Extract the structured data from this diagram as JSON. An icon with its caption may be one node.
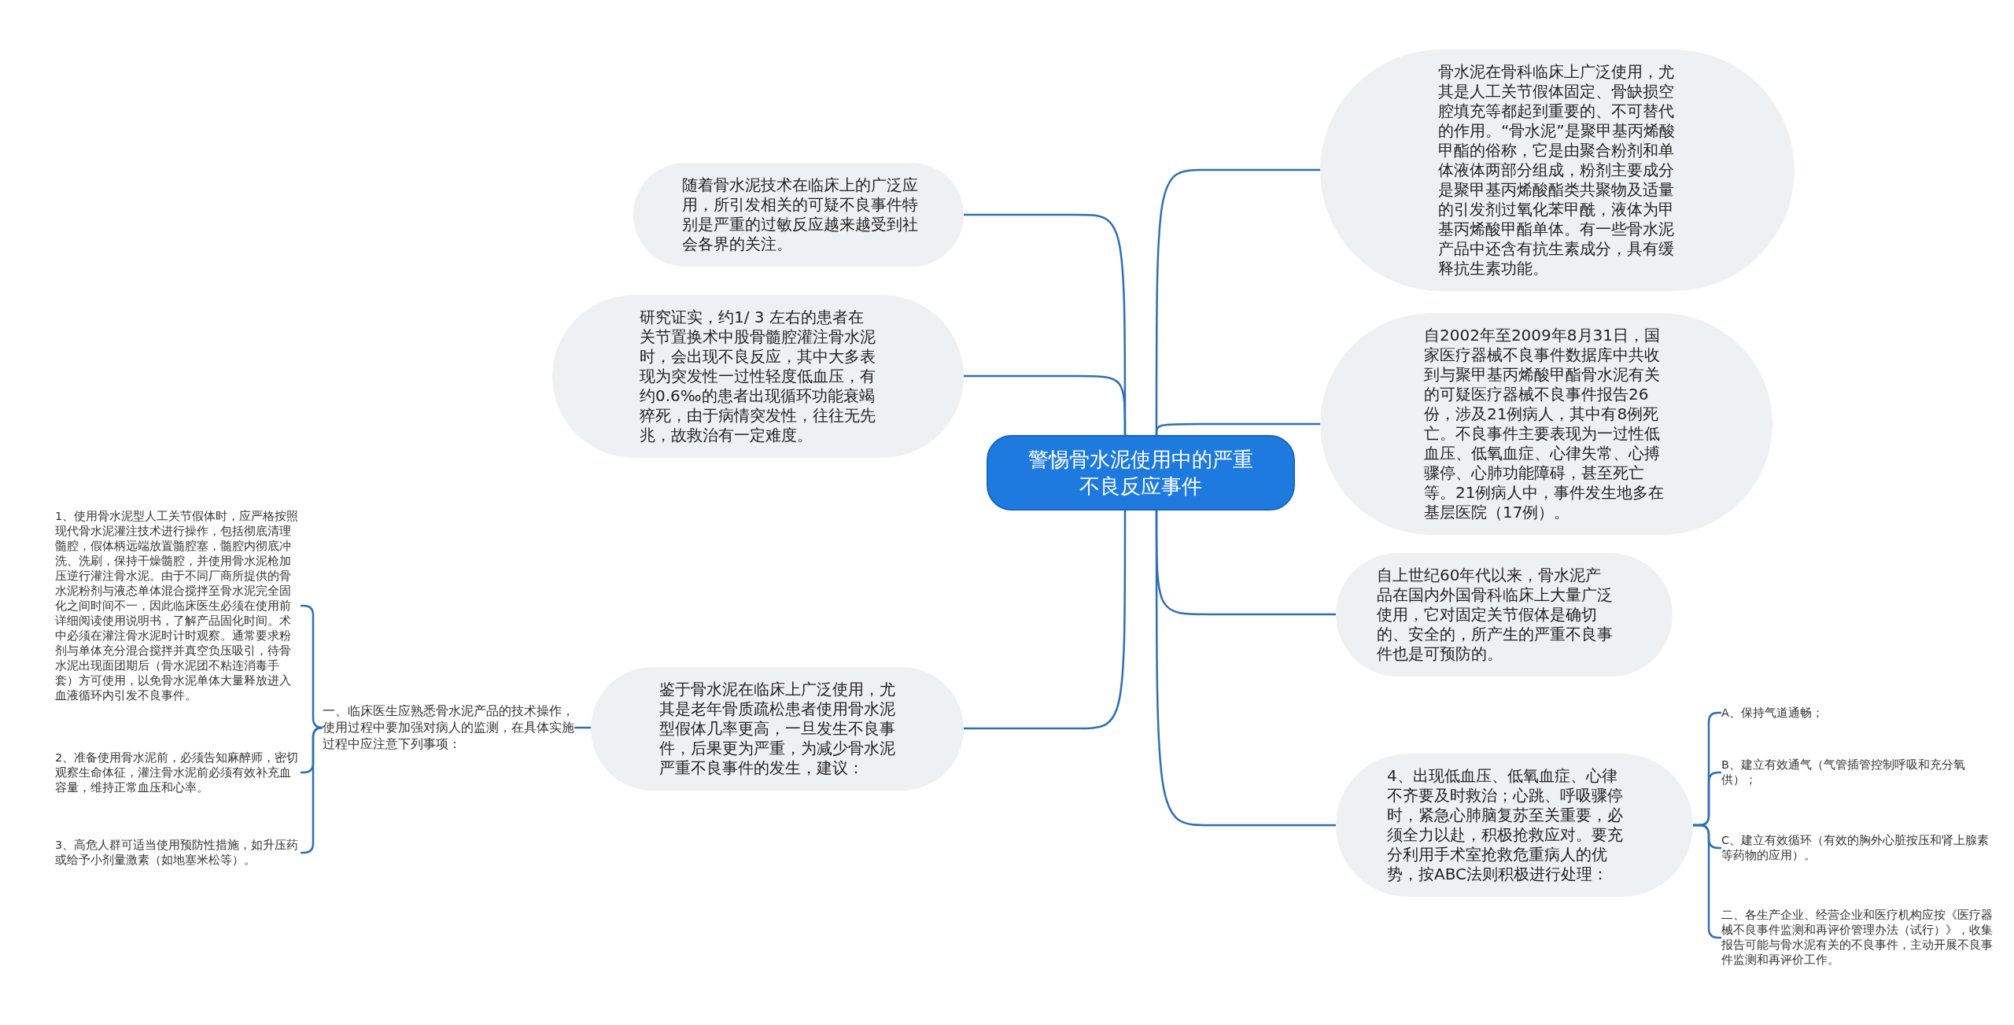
{
  "diagram": {
    "nodes": [
      {
        "text": [
          "警惕骨水泥使用中的严重不良反应事件"
        ]
      },
      {
        "text": [
          "随着骨水泥技术在临床上的广泛应用，所引发相关的可疑不良事件特别是严重的过敏反应越来越受到社会各界的关注。"
        ]
      },
      {
        "text": [
          "研究证实，约1/ 3 左右的患者在关节置换术中股骨髓腔灌注骨水泥时，会出现不良反应，其中大多表现为突发性一过性轻度低血压，有约0.6‰的患者出现循环功能衰竭猝死，由于病情突发性，往往无先兆，故救治有一定难度。"
        ]
      },
      {
        "text": [
          "鉴于骨水泥在临床上广泛使用，尤其是老年骨质疏松患者使用骨水泥型假体几率更高，一旦发生不良事件，后果更为严重，为减少骨水泥严重不良事件的发生，建议："
        ]
      },
      {
        "text": [
          "一、临床医生应熟悉骨水泥产品的技术操作，使用过程中要加强对病人的监测，在具体实施过程中应注意下列事项："
        ]
      },
      {
        "text": [
          "1、使用骨水泥型人工关节假体时，应严格按照现代骨水泥灌注技术进行操作，包括彻底清理髓腔，假体柄远端放置髓腔塞，髓腔内彻底冲洗、洗刷，保持干燥髓腔，并使用骨水泥枪加压逆行灌注骨水泥。由于不同厂商所提供的骨水泥粉剂与液态单体混合搅拌至骨水泥完全固化之间时间不一，因此临床医生必须在使用前详细阅读使用说明书，了解产品固化时间。术中必须在灌注骨水泥时计时观察。通常要求粉剂与单体充分混合搅拌并真空负压吸引，待骨水泥出现面团期后（骨水泥团不粘连消毒手套）方可使用，以免骨水泥单体大量释放进入血液循环内引发不良事件。"
        ]
      },
      {
        "text": [
          "2、准备使用骨水泥前，必须告知麻醉师，密切观察生命体征，灌注骨水泥前必须有效补充血容量，维持正常血压和心率。"
        ]
      },
      {
        "text": [
          "3、高危人群可适当使用预防性措施，如升压药或给予小剂量激素（如地塞米松等）。"
        ]
      },
      {
        "text": [
          "骨水泥在骨科临床上广泛使用，尤其是人工关节假体固定、骨缺损空腔填充等都起到重要的、不可替代的作用。“骨水泥”是聚甲基丙烯酸甲酯的俗称，它是由聚合粉剂和单体液体两部分组成，粉剂主要成分是聚甲基丙烯酸酯类共聚物及适量的引发剂过氧化苯甲酰，液体为甲基丙烯酸甲酯单体。有一些骨水泥产品中还含有抗生素成分，具有缓释抗生素功能。"
        ]
      },
      {
        "text": [
          "自2002年至2009年8月31日，国家医疗器械不良事件数据库中共收到与聚甲基丙烯酸甲酯骨水泥有关的可疑医疗器械不良事件报告26份，涉及21例病人，其中有8例死亡。不良事件主要表现为一过性低血压、低氧血症、心律失常、心搏骤停、心肺功能障碍，甚至死亡等。21例病人中，事件发生地多在基层医院（17例）。"
        ]
      },
      {
        "text": [
          "自上世纪60年代以来，骨水泥产品在国内外国骨科临床上大量广泛使用，它对固定关节假体是确切的、安全的，所产生的严重不良事件也是可预防的。"
        ]
      },
      {
        "text": [
          "4、出现低血压、低氧血症、心律不齐要及时救治；心跳、呼吸骤停时，紧急心肺脑复苏至关重要，必须全力以赴，积极抢救应对。要充分利用手术室抢救危重病人的优势，按ABC法则积极进行处理："
        ]
      },
      {
        "text": [
          "A、保持气道通畅；"
        ]
      },
      {
        "text": [
          "B、建立有效通气（气管插管控制呼吸和充分氧供）；"
        ]
      },
      {
        "text": [
          "C、建立有效循环（有效的胸外心脏按压和肾上腺素等药物的应用）。"
        ]
      },
      {
        "text": [
          "二、各生产企业、经营企业和医疗机构应按《医疗器械不良事件监测和再评价管理办法（试行）》，收集报告可能与骨水泥有关的不良事件，主动开展不良事件监测和再评价工作。"
        ]
      }
    ],
    "edges": [
      {
        "from": 0,
        "to": 1,
        "arrow": "none"
      },
      {
        "from": 0,
        "to": 2,
        "arrow": "none"
      },
      {
        "from": 0,
        "to": 3,
        "arrow": "none"
      },
      {
        "from": 3,
        "to": 4,
        "arrow": "none"
      },
      {
        "from": 4,
        "to": 5,
        "arrow": "none"
      },
      {
        "from": 4,
        "to": 6,
        "arrow": "none"
      },
      {
        "from": 4,
        "to": 7,
        "arrow": "none"
      },
      {
        "from": 0,
        "to": 8,
        "arrow": "none"
      },
      {
        "from": 0,
        "to": 9,
        "arrow": "none"
      },
      {
        "from": 0,
        "to": 10,
        "arrow": "none"
      },
      {
        "from": 0,
        "to": 11,
        "arrow": "none"
      },
      {
        "from": 11,
        "to": 12,
        "arrow": "none"
      },
      {
        "from": 11,
        "to": 13,
        "arrow": "none"
      },
      {
        "from": 11,
        "to": 14,
        "arrow": "none"
      },
      {
        "from": 11,
        "to": 15,
        "arrow": "none"
      }
    ]
  }
}
